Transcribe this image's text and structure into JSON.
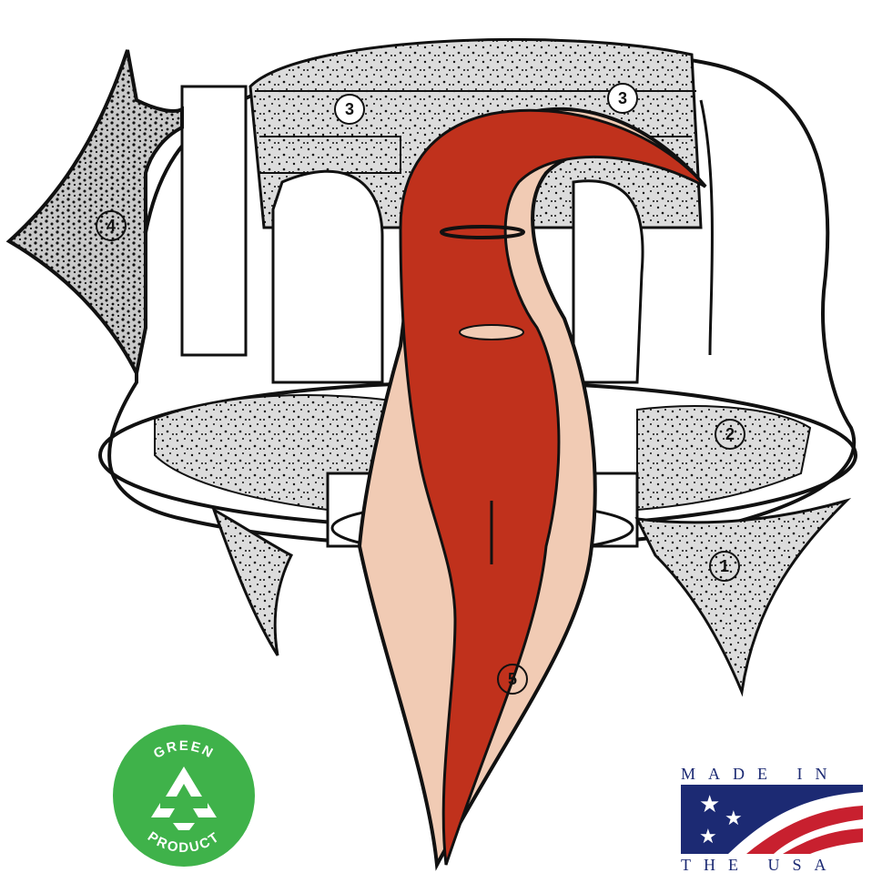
{
  "diagram": {
    "callouts": [
      {
        "id": "cold-air-inlet",
        "label": "1"
      },
      {
        "id": "lower-baffle",
        "label": "2"
      },
      {
        "id": "upper-baffle-left",
        "label": "3"
      },
      {
        "id": "upper-baffle-right",
        "label": "3"
      },
      {
        "id": "outlet-arrow",
        "label": "4"
      },
      {
        "id": "hot-exhaust",
        "label": "5"
      }
    ],
    "colors": {
      "hot_dark": "#c0311c",
      "hot_light": "#f1cbb4",
      "stipple_gray": "#d8d8d8",
      "outline": "#111111",
      "green_badge": "#3fb24a",
      "flag_blue": "#1c2a73",
      "flag_red": "#c8202f"
    }
  },
  "green_badge": {
    "top_text": "GREEN",
    "bottom_text": "PRODUCT",
    "icon": "recycle-icon"
  },
  "made_in_usa": {
    "top_text": "MADE IN",
    "bottom_text": "THE USA",
    "icon": "us-flag-icon"
  }
}
